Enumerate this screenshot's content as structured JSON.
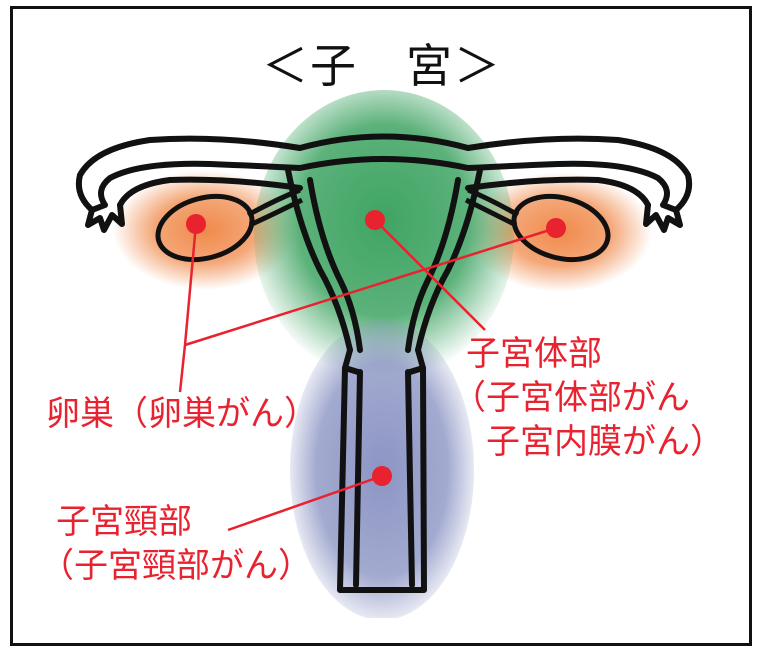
{
  "title": "＜子　宮＞",
  "colors": {
    "label": "#e8222e",
    "dot": "#e8222e",
    "ovary_glow": "#f08a4b",
    "uterus_glow": "#3fa463",
    "cervix_glow": "#8c95c4",
    "outline": "#111111"
  },
  "labels": {
    "ovary": {
      "line1": "卵巣（卵巣がん）"
    },
    "uterine_body": {
      "line1": "子宮体部",
      "line2": "（子宮体部がん",
      "line3": "子宮内膜がん）"
    },
    "cervix": {
      "line1": "子宮頸部",
      "line2": "（子宮頸部がん）"
    }
  }
}
